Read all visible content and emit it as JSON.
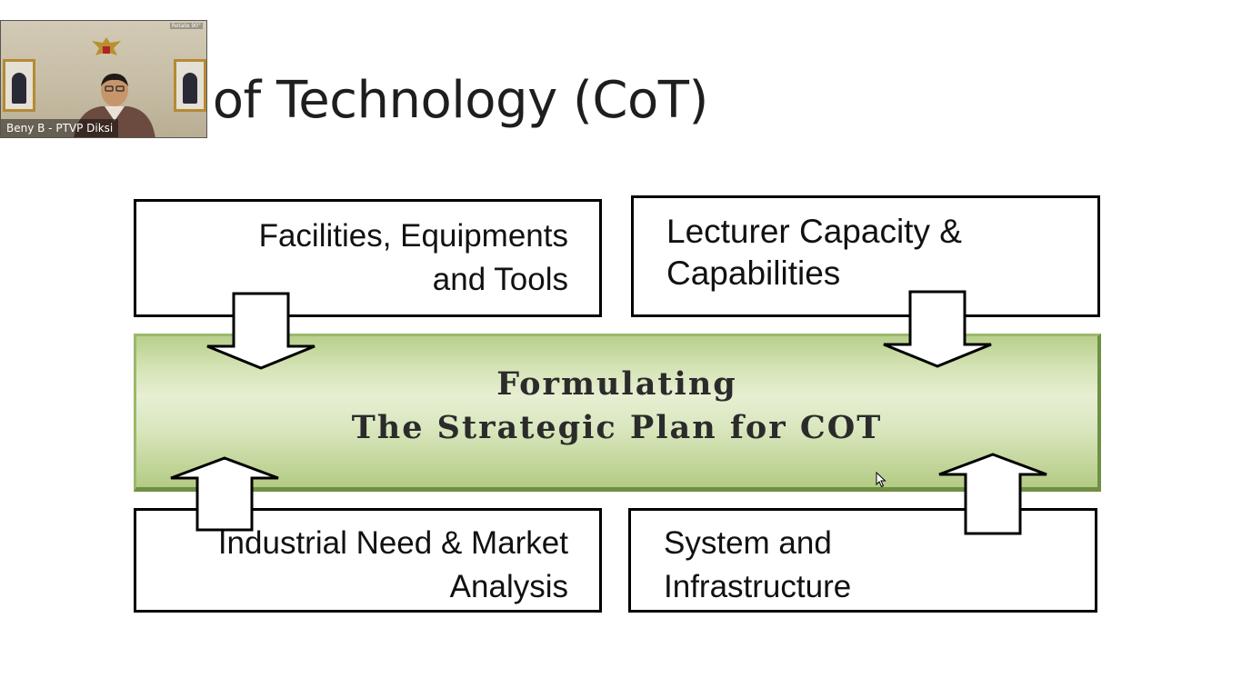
{
  "slide": {
    "title": "er of Technology (CoT)",
    "boxes": {
      "facilities": "Facilities, Equipments\nand Tools",
      "lecturer": "Lecturer Capacity &\nCapabilities",
      "industrial": "Industrial Need & Market\nAnalysis",
      "system": "System and\nInfrastructure"
    },
    "banner": {
      "line1": "Formulating",
      "line2": "The Strategic Plan for COT",
      "color": "#c9dba3"
    }
  },
  "video_tile": {
    "participant_name": "Beny B - PTVP Diksi",
    "rotate_label": "Rotate 90°"
  }
}
